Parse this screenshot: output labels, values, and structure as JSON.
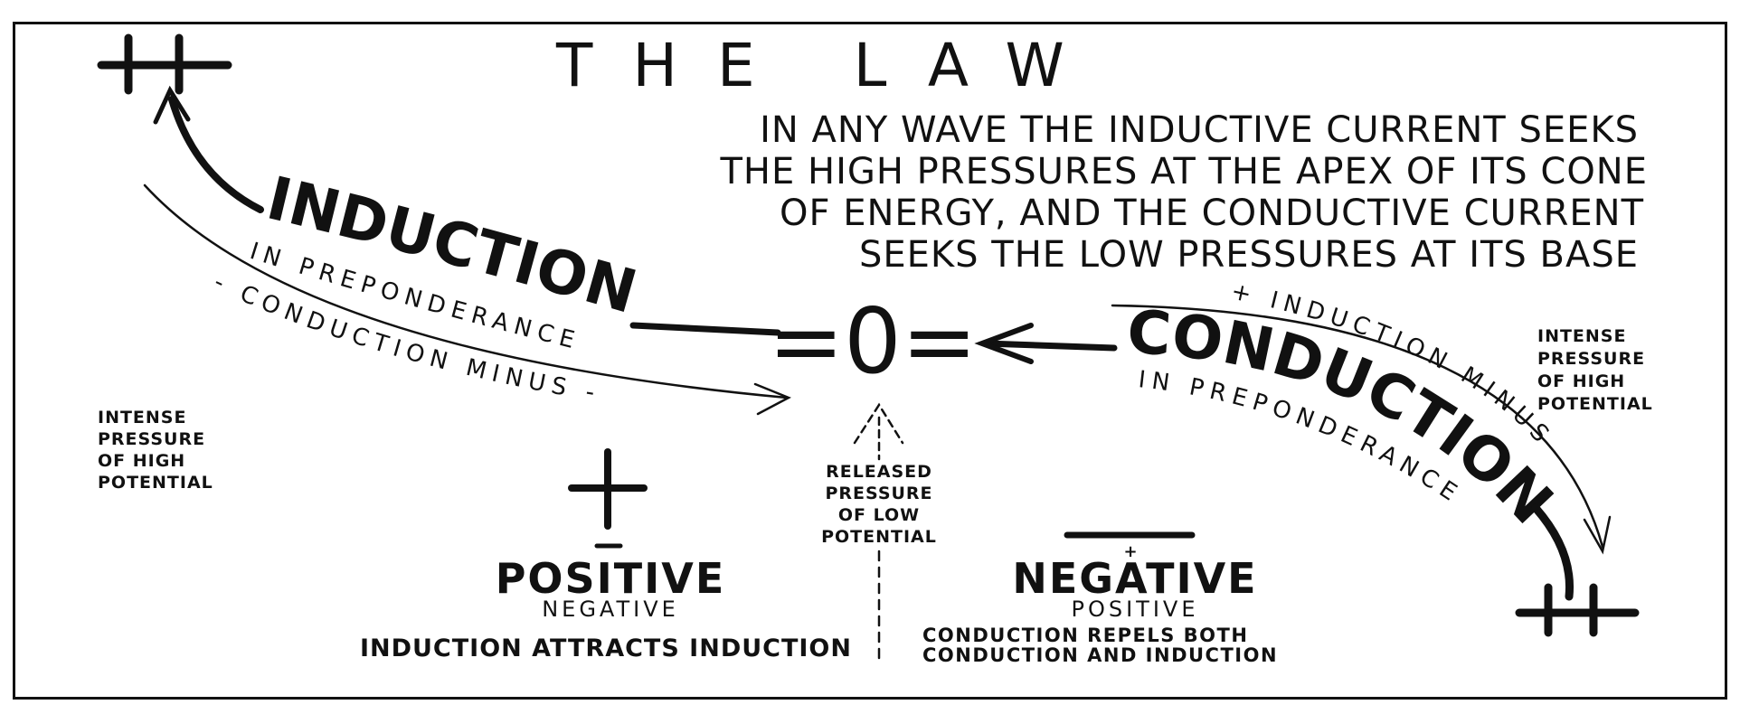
{
  "title": "THE LAW",
  "law_lines": [
    "IN ANY WAVE THE INDUCTIVE CURRENT  SEEKS",
    "THE HIGH  PRESSURES AT THE APEX OF ITS CONE",
    "OF ENERGY, AND THE CONDUCTIVE  CURRENT",
    "SEEKS THE LOW  PRESSURES AT ITS  BASE"
  ],
  "left": {
    "symbol": "++",
    "main": "INDUCTION",
    "sub": "IN PREPONDERANCE",
    "arc_label": "- CONDUCTION  MINUS  -",
    "note": [
      "INTENSE",
      "PRESSURE",
      "OF HIGH",
      "POTENTIAL"
    ]
  },
  "right": {
    "symbol": "++",
    "main": "CONDUCTION",
    "sub": "IN PREPONDERANCE",
    "arc_label": "+ INDUCTION  MINUS +",
    "note": [
      "INTENSE",
      "PRESSURE",
      "OF HIGH",
      "POTENTIAL"
    ]
  },
  "center": {
    "symbol": "=0=",
    "note": [
      "RELEASED",
      "PRESSURE",
      "OF   LOW",
      "POTENTIAL"
    ]
  },
  "positive": {
    "symbol": "+",
    "symbol_minus": "-",
    "main": "POSITIVE",
    "sub": "NEGATIVE",
    "caption": "INDUCTION ATTRACTS INDUCTION"
  },
  "negative": {
    "symbol": "—",
    "symbol_plus": "+",
    "main": "NEGATIVE",
    "sub": "POSITIVE",
    "caption": [
      "CONDUCTION  REPELS  BOTH",
      "CONDUCTION AND INDUCTION"
    ]
  }
}
